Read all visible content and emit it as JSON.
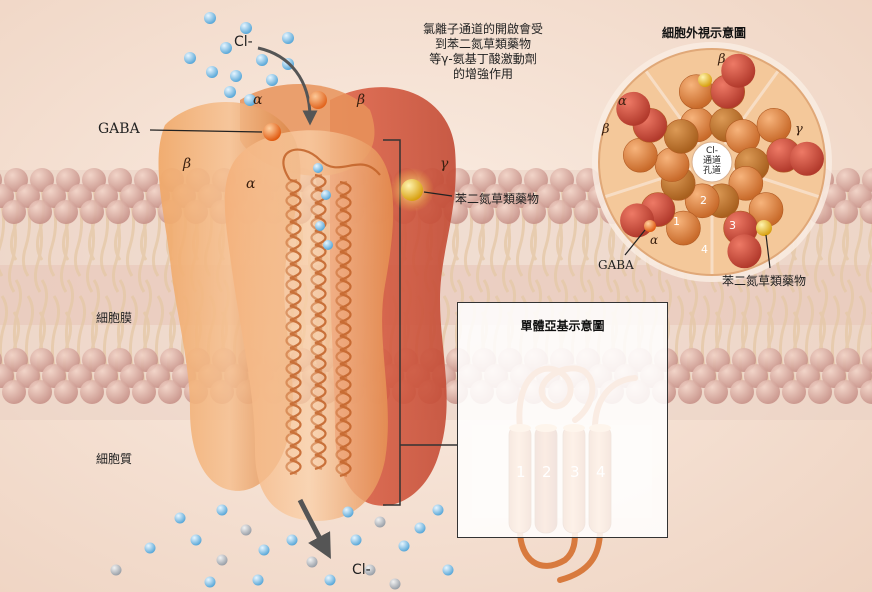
{
  "labels": {
    "cl_top": "Cl-",
    "cl_bottom": "Cl-",
    "gaba_main": "GABA",
    "benzo_main": "苯二氮草類藥物",
    "membrane": "細胞膜",
    "cytoplasm": "細胞質"
  },
  "caption": [
    "氯離子通道的開啟會受",
    "到苯二氮草類藥物",
    "等γ-氨基丁酸激動劑",
    "的增強作用"
  ],
  "subunits_main": [
    "α",
    "β",
    "β",
    "α",
    "γ"
  ],
  "top_view": {
    "title": "細胞外視示意圖",
    "pore_label": [
      "Cl-",
      "通道",
      "孔道"
    ],
    "subunits": [
      "β",
      "α",
      "γ",
      "β",
      "α"
    ],
    "gaba": "GABA",
    "benzo": "苯二氮草類藥物",
    "helix_numbers": [
      "1",
      "2",
      "3",
      "4"
    ]
  },
  "monomer": {
    "title": "單體亞基示意圖",
    "helix_numbers": [
      "1",
      "2",
      "3",
      "4"
    ]
  },
  "colors": {
    "subunit_orange": "#e8924a",
    "subunit_red": "#d65a3c",
    "gaba_dot": "#f07a20",
    "benzo_dot": "#e8c030",
    "ion": "#8ec8e8",
    "membrane_head": "#d8a89a"
  }
}
